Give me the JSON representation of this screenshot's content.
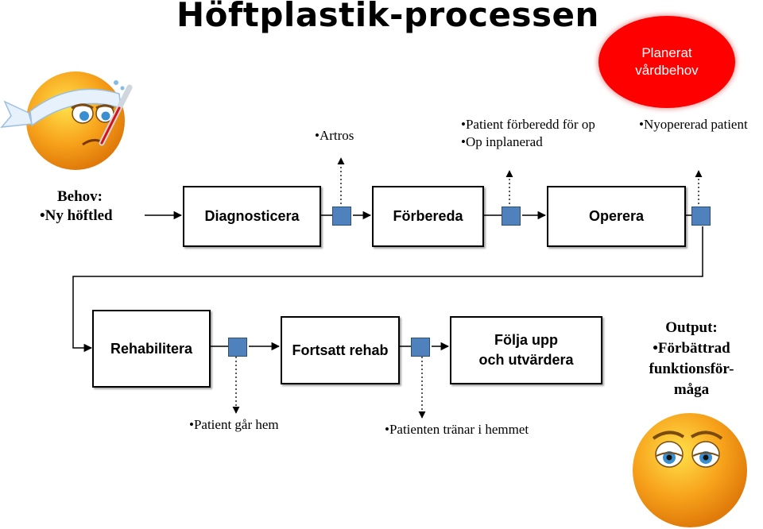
{
  "title": "Höftplastik-processen",
  "planned_care": {
    "line1": "Planerat",
    "line2": "vårdbehov"
  },
  "input": {
    "heading": "Behov:",
    "item": "•Ny höftled"
  },
  "output": {
    "heading": "Output:",
    "line1": "•Förbättrad",
    "line2": "funktionsför-",
    "line3": "måga"
  },
  "steps": {
    "diagnose": "Diagnosticera",
    "prepare": "Förbereda",
    "operate": "Operera",
    "rehab": "Rehabilitera",
    "continued_rehab": "Fortsatt rehab",
    "followup_line1": "Följa upp",
    "followup_line2": "och utvärdera"
  },
  "notes": {
    "artros": "•Artros",
    "prepared_1": "•Patient förberedd för op",
    "prepared_2": "•Op inplanerad",
    "operated": "•Nyopererad patient",
    "goes_home": "•Patient går hem",
    "trains_home": "•Patienten tränar i hemmet"
  },
  "colors": {
    "connector_square": "#4f81bd",
    "planned_ellipse": "#ff0000",
    "emoji_face": "#f7a21b"
  },
  "icons": {
    "sick_face": "sick-face-with-thermometer-icon",
    "happy_face": "happy-face-icon"
  }
}
